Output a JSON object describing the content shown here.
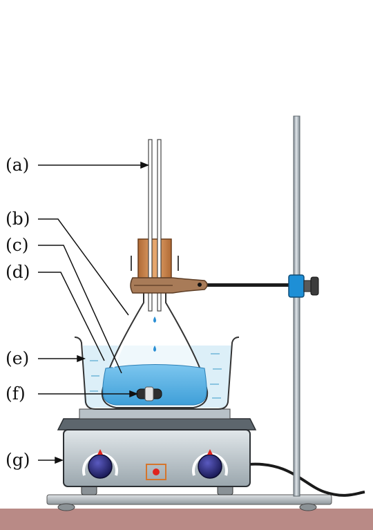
{
  "labels": {
    "a": "(a)",
    "b": "(b)",
    "c": "(c)",
    "d": "(d)",
    "e": "(e)",
    "f": "(f)",
    "g": "(g)"
  },
  "colors": {
    "liquid": "#5fb6e6",
    "water_bath": "#dceff8",
    "stopper": "#d08a4e",
    "clamp": "#a87b58",
    "boss_head": "#1e8fd6",
    "stand_rod": "#a9b1b8",
    "hotplate_body": "#c3cdd3",
    "knob": "#2a2a7a",
    "indicator_light": "#e0231c",
    "ground": "#b98a86"
  }
}
